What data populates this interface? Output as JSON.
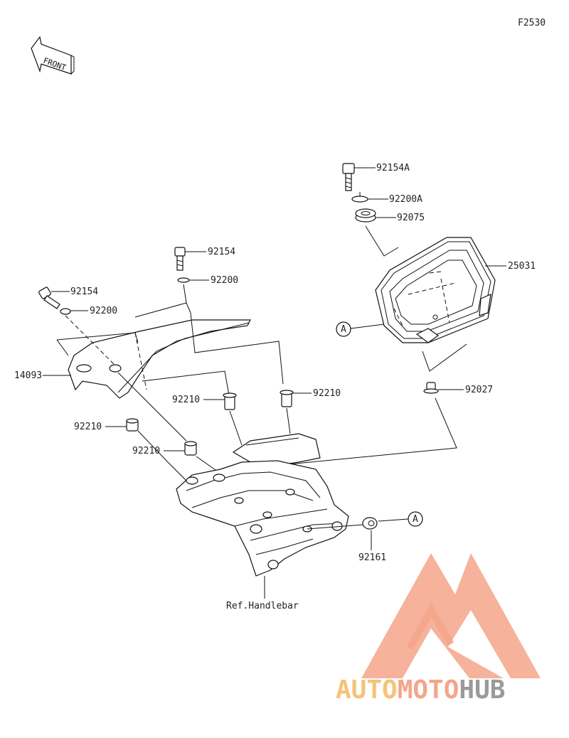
{
  "diagram": {
    "figure_code": "F2530",
    "front_label": "FRONT",
    "callout_a": "A",
    "parts": {
      "p92154A": "92154A",
      "p92200A": "92200A",
      "p92075": "92075",
      "p25031": "25031",
      "p92154_right": "92154",
      "p92200_right": "92200",
      "p92154_left": "92154",
      "p92200_left": "92200",
      "p14093": "14093",
      "p92210_a": "92210",
      "p92210_b": "92210",
      "p92210_c": "92210",
      "p92210_d": "92210",
      "p92027": "92027",
      "p92161": "92161"
    },
    "ref_label": "Ref.Handlebar"
  },
  "watermark": {
    "brand_part1": "AUTO",
    "brand_part2": "MOTO",
    "brand_part3": "HUB",
    "color_primary": "#f4a58a",
    "color_accent": "#f6c37a",
    "color_dark": "#9a9a9a"
  }
}
